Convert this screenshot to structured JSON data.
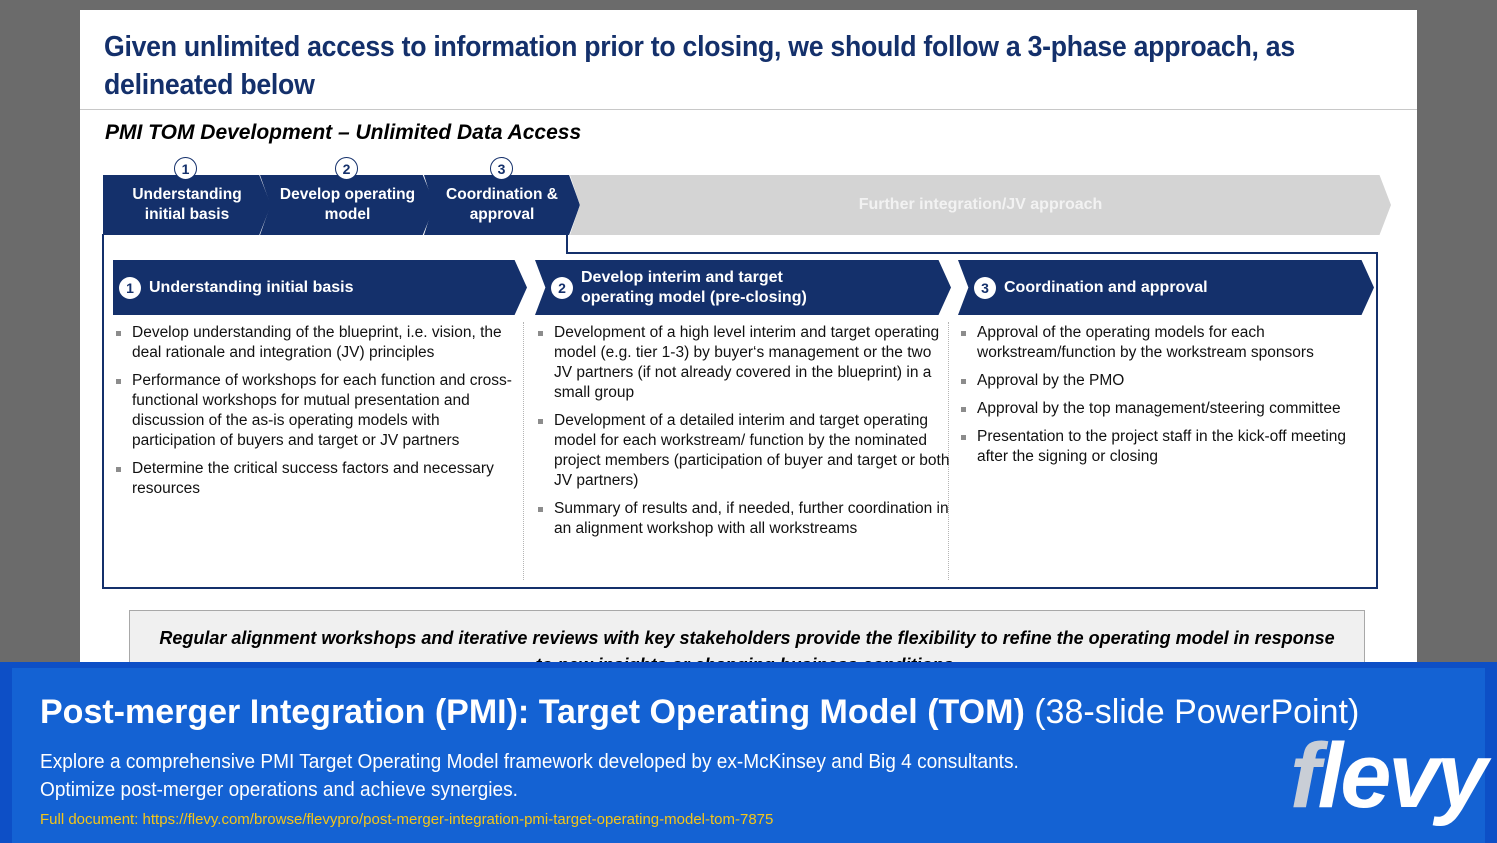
{
  "slide": {
    "title": "Given unlimited access to information prior to closing, we should follow a 3-phase approach, as delineated below",
    "subtitle": "PMI TOM Development – Unlimited Data Access",
    "phases": [
      {
        "number": "1",
        "label": "Understanding initial basis"
      },
      {
        "number": "2",
        "label": "Develop operating model"
      },
      {
        "number": "3",
        "label": "Coordination & approval"
      }
    ],
    "further_phase": "Further integration/JV approach",
    "columns": [
      {
        "number": "1",
        "heading": "Understanding initial basis",
        "bullets": [
          "Develop understanding of the blueprint, i.e. vision, the deal rationale and integration (JV) principles",
          "Performance of workshops for each function and cross-functional workshops for mutual presentation and discussion of the as-is operating models with participation of buyers and target or JV partners",
          "Determine the critical success factors and necessary resources"
        ]
      },
      {
        "number": "2",
        "heading": "Develop interim and target operating model (pre-closing)",
        "bullets": [
          "Development of a high level interim and target operating model (e.g. tier 1-3) by buyer‘s management or the two JV partners (if not already covered in the blueprint) in a small group",
          "Development of a detailed interim and target operating model for each workstream/ function by the nominated project members (participation of buyer and target or both JV partners)",
          "Summary of results and, if needed, further coordination in an alignment workshop with all workstreams"
        ]
      },
      {
        "number": "3",
        "heading": "Coordination and approval",
        "bullets": [
          "Approval of the operating models for each workstream/function by the workstream sponsors",
          "Approval by the PMO",
          "Approval by the top management/steering committee",
          "Presentation to the project staff in the kick-off meeting after the signing or closing"
        ]
      }
    ],
    "banner": "Regular alignment workshops and iterative reviews with key stakeholders provide the flexibility to refine the operating model in response to new insights or changing business conditions."
  },
  "promo": {
    "title_bold": "Post-merger Integration (PMI): Target Operating Model (TOM)",
    "title_light": "(38-slide PowerPoint)",
    "description_line1": "Explore a comprehensive PMI Target Operating Model framework developed by ex-McKinsey and Big 4 consultants.",
    "description_line2": "Optimize post-merger operations and achieve synergies.",
    "link": "Full document: https://flevy.com/browse/flevypro/post-merger-integration-pmi-target-operating-model-tom-7875",
    "logo_text_f": "f",
    "logo_text_rest": "levy"
  },
  "colors": {
    "navy": "#14306b",
    "promo_blue": "#1462d3",
    "link_yellow": "#f5c518",
    "light_grey": "#d4d4d4"
  }
}
